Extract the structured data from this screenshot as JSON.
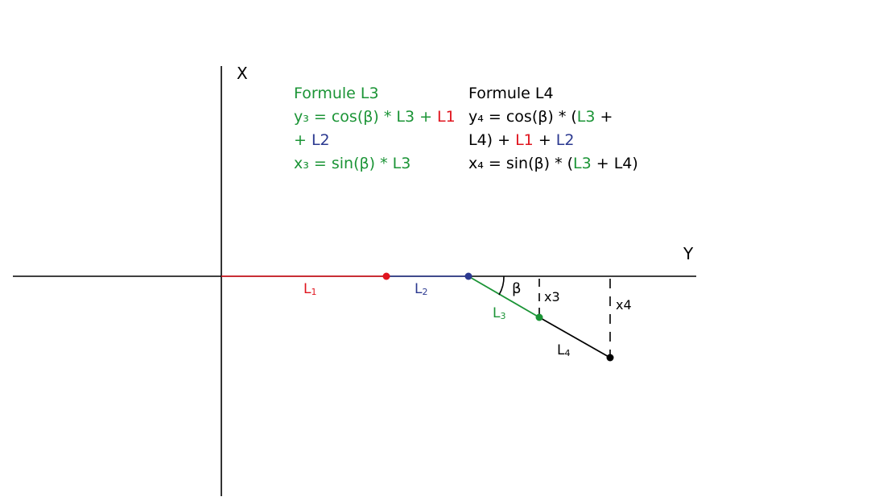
{
  "axes": {
    "x_label": "X",
    "y_label": "Y"
  },
  "segments": {
    "l1": {
      "label": "L",
      "sub": "1",
      "color": "#e0141e"
    },
    "l2": {
      "label": "L",
      "sub": "2",
      "color": "#2b3990"
    },
    "l3": {
      "label": "L",
      "sub": "3",
      "color": "#1b9436"
    },
    "l4": {
      "label": "L",
      "sub": "4",
      "color": "#000000"
    }
  },
  "angle_label": "β",
  "offsets": {
    "x3": "x3",
    "x4": "x4"
  },
  "formula_l3": {
    "title": "Formule L3",
    "line1_a": "y₃ = cos(β) * L3 + ",
    "line1_b": "L1",
    "line2_a": "+ ",
    "line2_b": "L2",
    "line3": "x₃ = sin(β) * L3"
  },
  "formula_l4": {
    "title": "Formule L4",
    "line1_a": "y₄ = cos(β) * (",
    "line1_b": "L3",
    "line1_c": " +",
    "line2_a": "L4) + ",
    "line2_b": "L1",
    "line2_c": " + ",
    "line2_d": "L2",
    "line3_a": "x₄ = sin(β) * (",
    "line3_b": "L3",
    "line3_c": " + L4)"
  }
}
